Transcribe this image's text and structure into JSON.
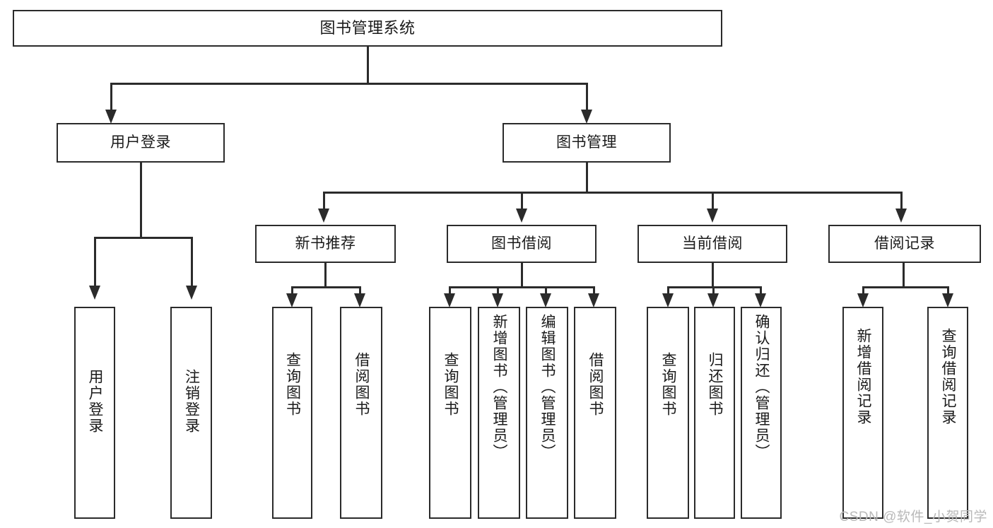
{
  "diagram": {
    "type": "tree-hierarchy-chart",
    "title": "图书管理系统",
    "watermark": "CSDN @软件_小贺同学",
    "root": {
      "id": "root",
      "label": "图书管理系统"
    },
    "level1": [
      {
        "id": "user-login",
        "label": "用户登录"
      },
      {
        "id": "book-manage",
        "label": "图书管理"
      }
    ],
    "level2": [
      {
        "id": "new-book-recommend",
        "label": "新书推荐",
        "parent": "book-manage"
      },
      {
        "id": "book-borrow",
        "label": "图书借阅",
        "parent": "book-manage"
      },
      {
        "id": "current-borrow",
        "label": "当前借阅",
        "parent": "book-manage"
      },
      {
        "id": "borrow-record",
        "label": "借阅记录",
        "parent": "book-manage"
      }
    ],
    "leaves": {
      "user-login": [
        {
          "id": "leaf-user-login",
          "label": "用户登录"
        },
        {
          "id": "leaf-logout-login",
          "label": "注销登录"
        }
      ],
      "new-book-recommend": [
        {
          "id": "leaf-query-book-1",
          "label": "查询图书"
        },
        {
          "id": "leaf-borrow-book-1",
          "label": "借阅图书"
        }
      ],
      "book-borrow": [
        {
          "id": "leaf-query-book-2",
          "label": "查询图书"
        },
        {
          "id": "leaf-add-book",
          "label": "新增图书（管理员）"
        },
        {
          "id": "leaf-edit-book",
          "label": "编辑图书（管理员）"
        },
        {
          "id": "leaf-borrow-book-2",
          "label": "借阅图书"
        }
      ],
      "current-borrow": [
        {
          "id": "leaf-query-book-3",
          "label": "查询图书"
        },
        {
          "id": "leaf-return-book",
          "label": "归还图书"
        },
        {
          "id": "leaf-confirm-return",
          "label": "确认归还（管理员）"
        }
      ],
      "borrow-record": [
        {
          "id": "leaf-add-record",
          "label": "新增借阅记录"
        },
        {
          "id": "leaf-query-record",
          "label": "查询借阅记录"
        }
      ]
    },
    "colors": {
      "stroke": "#2b2b2b",
      "fill": "#ffffff",
      "text": "#1a1a1a",
      "watermark": "#b9b9b9"
    }
  }
}
